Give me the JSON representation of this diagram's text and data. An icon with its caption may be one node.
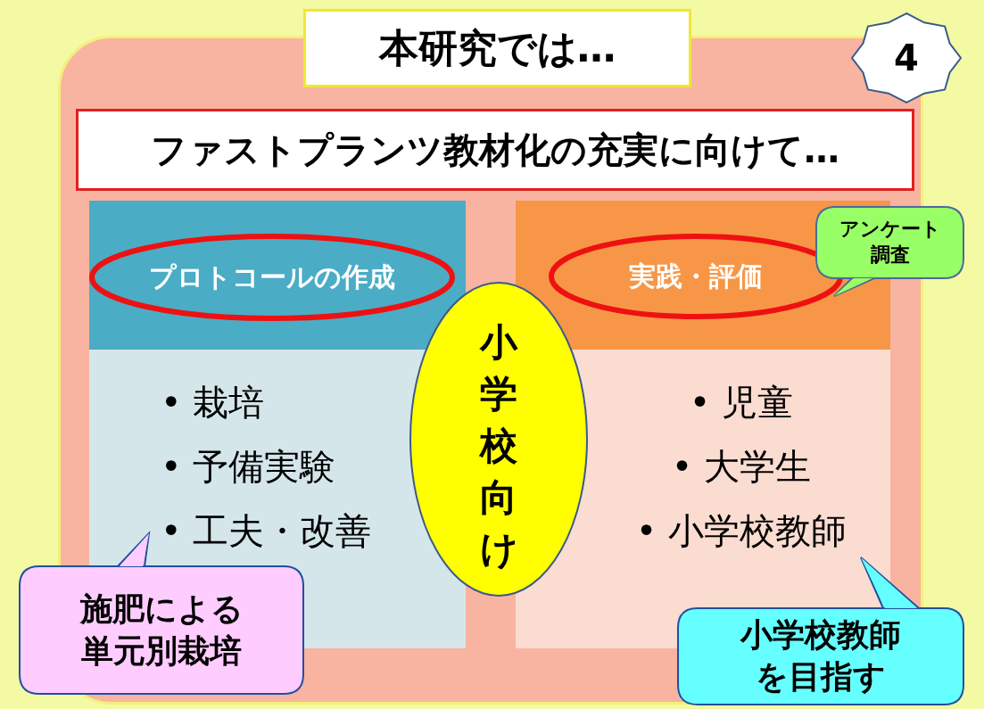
{
  "diagram": {
    "nodes": [
      {
        "text": [
          "本研究では…"
        ]
      },
      {
        "text": [
          "4"
        ]
      },
      {
        "text": [
          "ファストプランツ教材化の充実に向けて…"
        ]
      },
      {
        "text": [
          "• 栽培",
          "• 予備実験",
          "• 工夫・改善"
        ]
      },
      {
        "text": [
          "プロトコールの作成"
        ],
        "in": 3
      },
      {
        "text": [
          "• 児童",
          "• 大学生",
          "• 小学校教師"
        ]
      },
      {
        "text": [
          "実践・評価"
        ],
        "in": 5
      },
      {
        "text": [
          "アンケート調査"
        ]
      },
      {
        "text": [
          "小学校向け"
        ]
      },
      {
        "text": [
          "施肥による単元別栽培"
        ]
      },
      {
        "text": [
          "小学校教師を目指す"
        ]
      }
    ]
  }
}
